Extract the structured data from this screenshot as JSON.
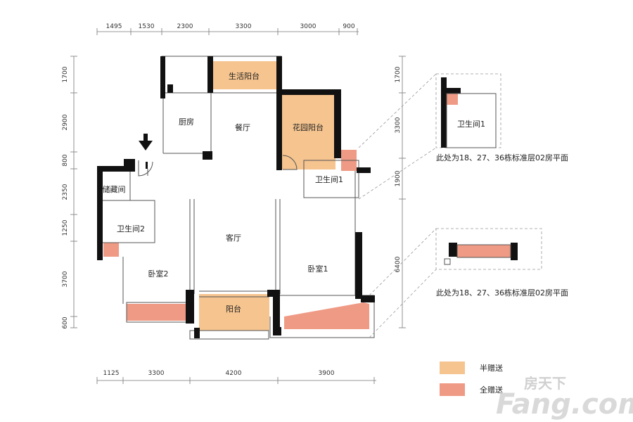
{
  "dimensions": {
    "top": [
      "1495",
      "1530",
      "2300",
      "3300",
      "3000",
      "900"
    ],
    "bottom": [
      "1125",
      "3300",
      "4200",
      "3900"
    ],
    "left": [
      "1700",
      "2900",
      "800",
      "2350",
      "1250",
      "3700",
      "600"
    ],
    "right": [
      "1700",
      "3300",
      "1900",
      "6400"
    ]
  },
  "rooms": {
    "life_balcony": "生活阳台",
    "kitchen": "厨房",
    "dining": "餐厅",
    "garden_balcony": "花园阳台",
    "bath1": "卫生间1",
    "storage": "储藏间",
    "bath2": "卫生间2",
    "living": "客厅",
    "bedroom2": "卧室2",
    "bedroom1": "卧室1",
    "balcony": "阳台"
  },
  "insets": {
    "inset1_room": "卫生间1",
    "inset1_caption": "此处为18、27、36栋标准层02房平面",
    "inset2_caption": "此处为18、27、36栋标准层02房平面"
  },
  "legend": {
    "half_gift": {
      "label": "半赠送",
      "color": "#f5c48f"
    },
    "full_gift": {
      "label": "全赠送",
      "color": "#ef9a85"
    }
  },
  "watermark": {
    "cn": "房天下",
    "en": "Fang.com"
  },
  "colors": {
    "half": "#f5c48f",
    "full": "#ef9a85",
    "wall": "#111111"
  }
}
